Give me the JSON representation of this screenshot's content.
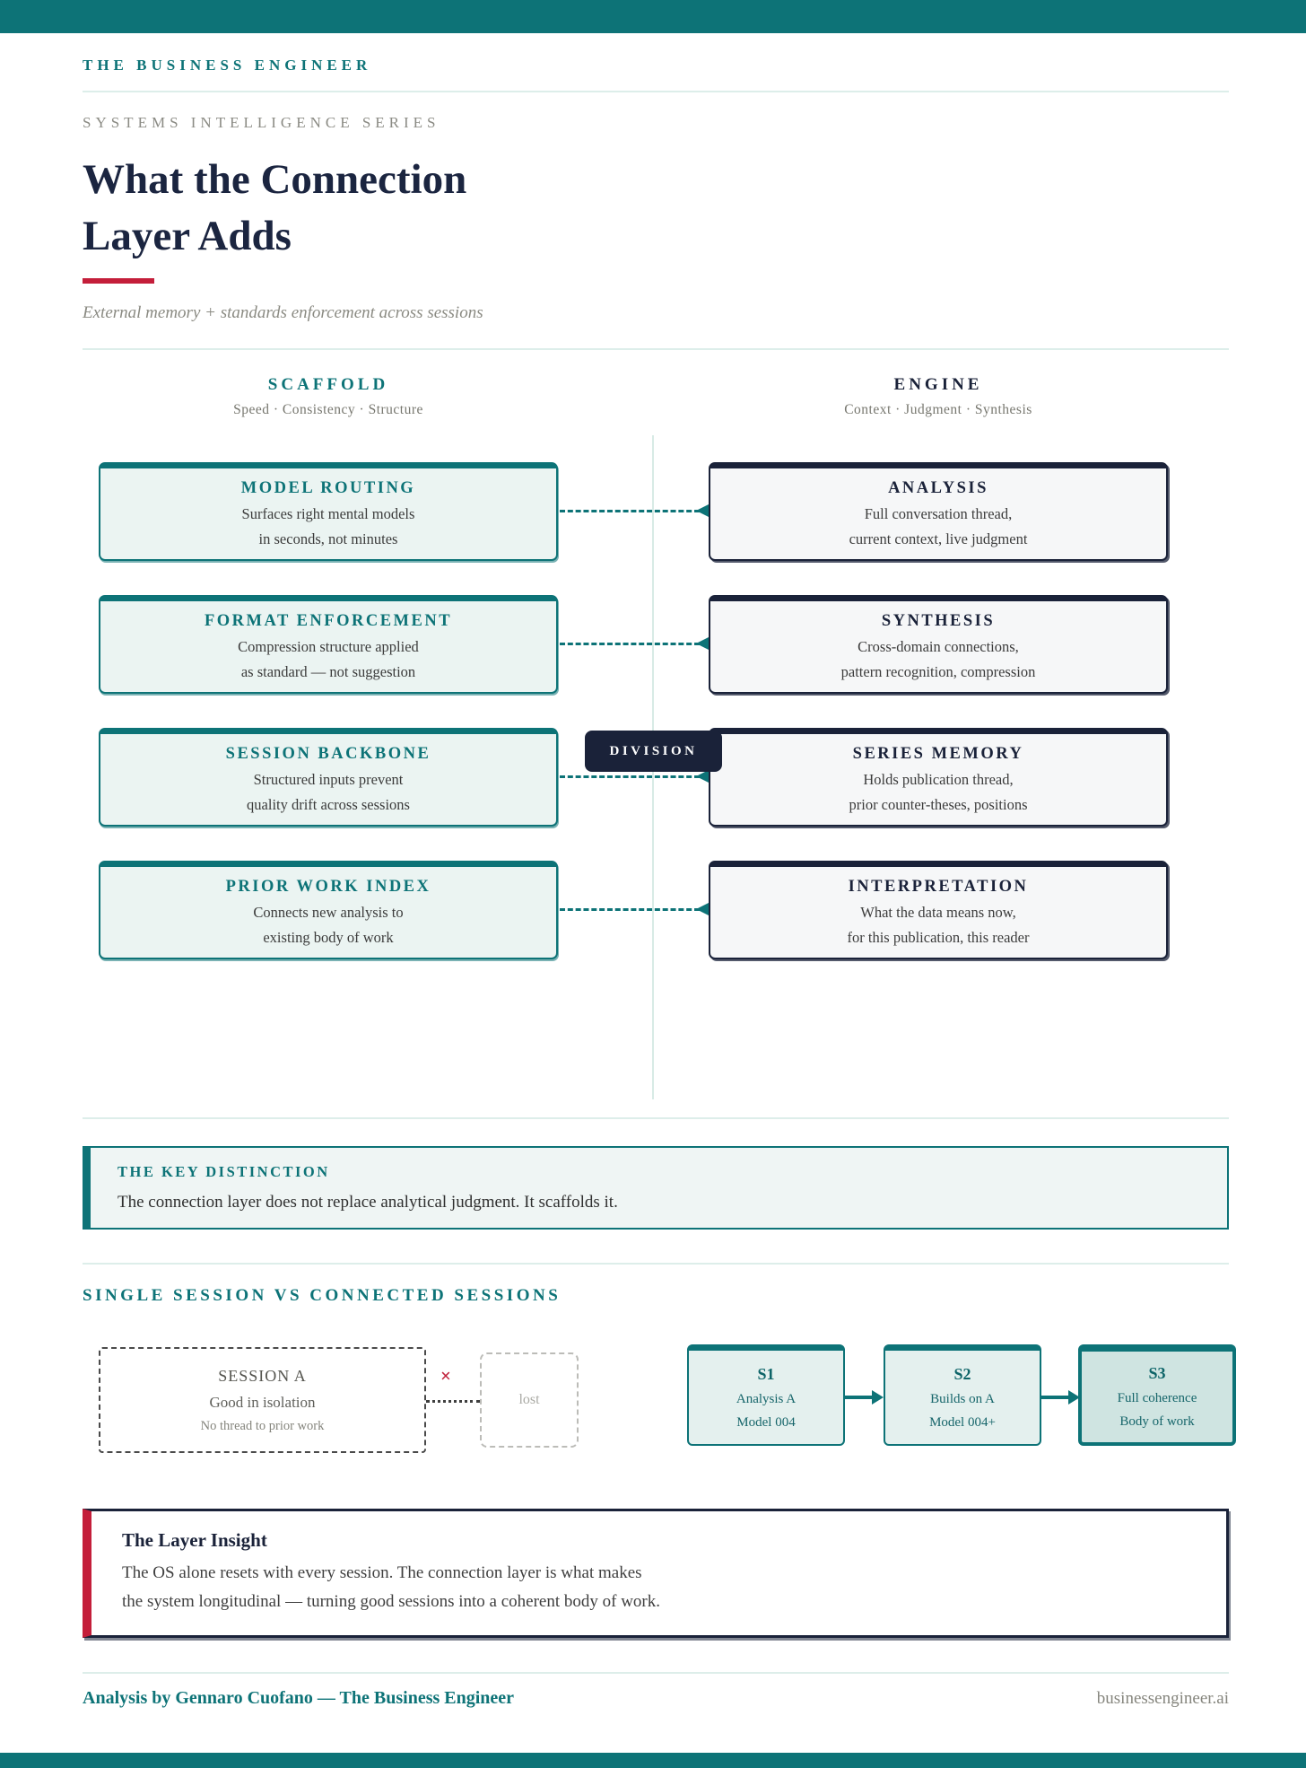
{
  "colors": {
    "teal": "#0d7377",
    "navy": "#1a2239",
    "red": "#c41e3a",
    "mint_divider": "#ddeeea",
    "left_box_bg": "#ebf4f2",
    "right_box_bg": "#f6f7f8"
  },
  "header": {
    "brand": "THE BUSINESS ENGINEER",
    "series": "SYSTEMS INTELLIGENCE SERIES",
    "title_line1": "What the Connection",
    "title_line2": "Layer Adds",
    "subtitle": "External memory + standards enforcement across sessions"
  },
  "diagram": {
    "left_column": {
      "title": "SCAFFOLD",
      "tagline": "Speed · Consistency · Structure"
    },
    "right_column": {
      "title": "ENGINE",
      "tagline": "Context · Judgment · Synthesis"
    },
    "division_label": "DIVISION",
    "left_boxes": [
      {
        "title": "MODEL ROUTING",
        "line1": "Surfaces right mental models",
        "line2": "in seconds, not minutes"
      },
      {
        "title": "FORMAT ENFORCEMENT",
        "line1": "Compression structure applied",
        "line2": "as standard — not suggestion"
      },
      {
        "title": "SESSION BACKBONE",
        "line1": "Structured inputs prevent",
        "line2": "quality drift across sessions"
      },
      {
        "title": "PRIOR WORK INDEX",
        "line1": "Connects new analysis to",
        "line2": "existing body of work"
      }
    ],
    "right_boxes": [
      {
        "title": "ANALYSIS",
        "line1": "Full conversation thread,",
        "line2": "current context, live judgment"
      },
      {
        "title": "SYNTHESIS",
        "line1": "Cross-domain connections,",
        "line2": "pattern recognition, compression"
      },
      {
        "title": "SERIES MEMORY",
        "line1": "Holds publication thread,",
        "line2": "prior counter-theses, positions"
      },
      {
        "title": "INTERPRETATION",
        "line1": "What the data means now,",
        "line2": "for this publication, this reader"
      }
    ]
  },
  "key_distinction": {
    "title": "THE KEY DISTINCTION",
    "body": "The connection layer does not replace analytical judgment. It scaffolds it."
  },
  "sessions": {
    "heading": "SINGLE SESSION VS CONNECTED SESSIONS",
    "isolated": {
      "title": "SESSION A",
      "line1": "Good in isolation",
      "line2": "No thread to prior work"
    },
    "x_mark": "×",
    "lost_label": "lost",
    "connected": [
      {
        "label": "S1",
        "line1": "Analysis A",
        "line2": "Model 004"
      },
      {
        "label": "S2",
        "line1": "Builds on A",
        "line2": "Model 004+"
      },
      {
        "label": "S3",
        "line1": "Full coherence",
        "line2": "Body of work"
      }
    ]
  },
  "insight": {
    "title": "The Layer Insight",
    "line1": "The OS alone resets with every session. The connection layer is what makes",
    "line2": "the system longitudinal — turning good sessions into a coherent body of work."
  },
  "footer": {
    "credit": "Analysis by Gennaro Cuofano — The Business Engineer",
    "site": "businessengineer.ai"
  }
}
